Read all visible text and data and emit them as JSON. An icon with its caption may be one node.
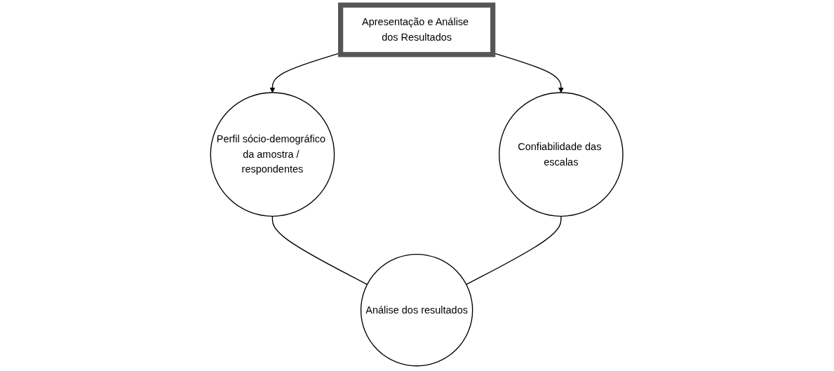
{
  "diagram": {
    "nodes": [
      {
        "text": [
          "Apresentação e Análise dos Resultados"
        ]
      },
      {
        "text": [
          "Perfil sócio-demográfico da amostra / respondentes"
        ]
      },
      {
        "text": [
          "Confiabilidade das escalas"
        ]
      },
      {
        "text": [
          "Análise dos resultados"
        ]
      }
    ],
    "edges": [
      {
        "from": 0,
        "to": 1,
        "arrow": "to"
      },
      {
        "from": 0,
        "to": 2,
        "arrow": "to"
      },
      {
        "from": 1,
        "to": 3,
        "arrow": "none"
      },
      {
        "from": 2,
        "to": 3,
        "arrow": "none"
      }
    ]
  }
}
